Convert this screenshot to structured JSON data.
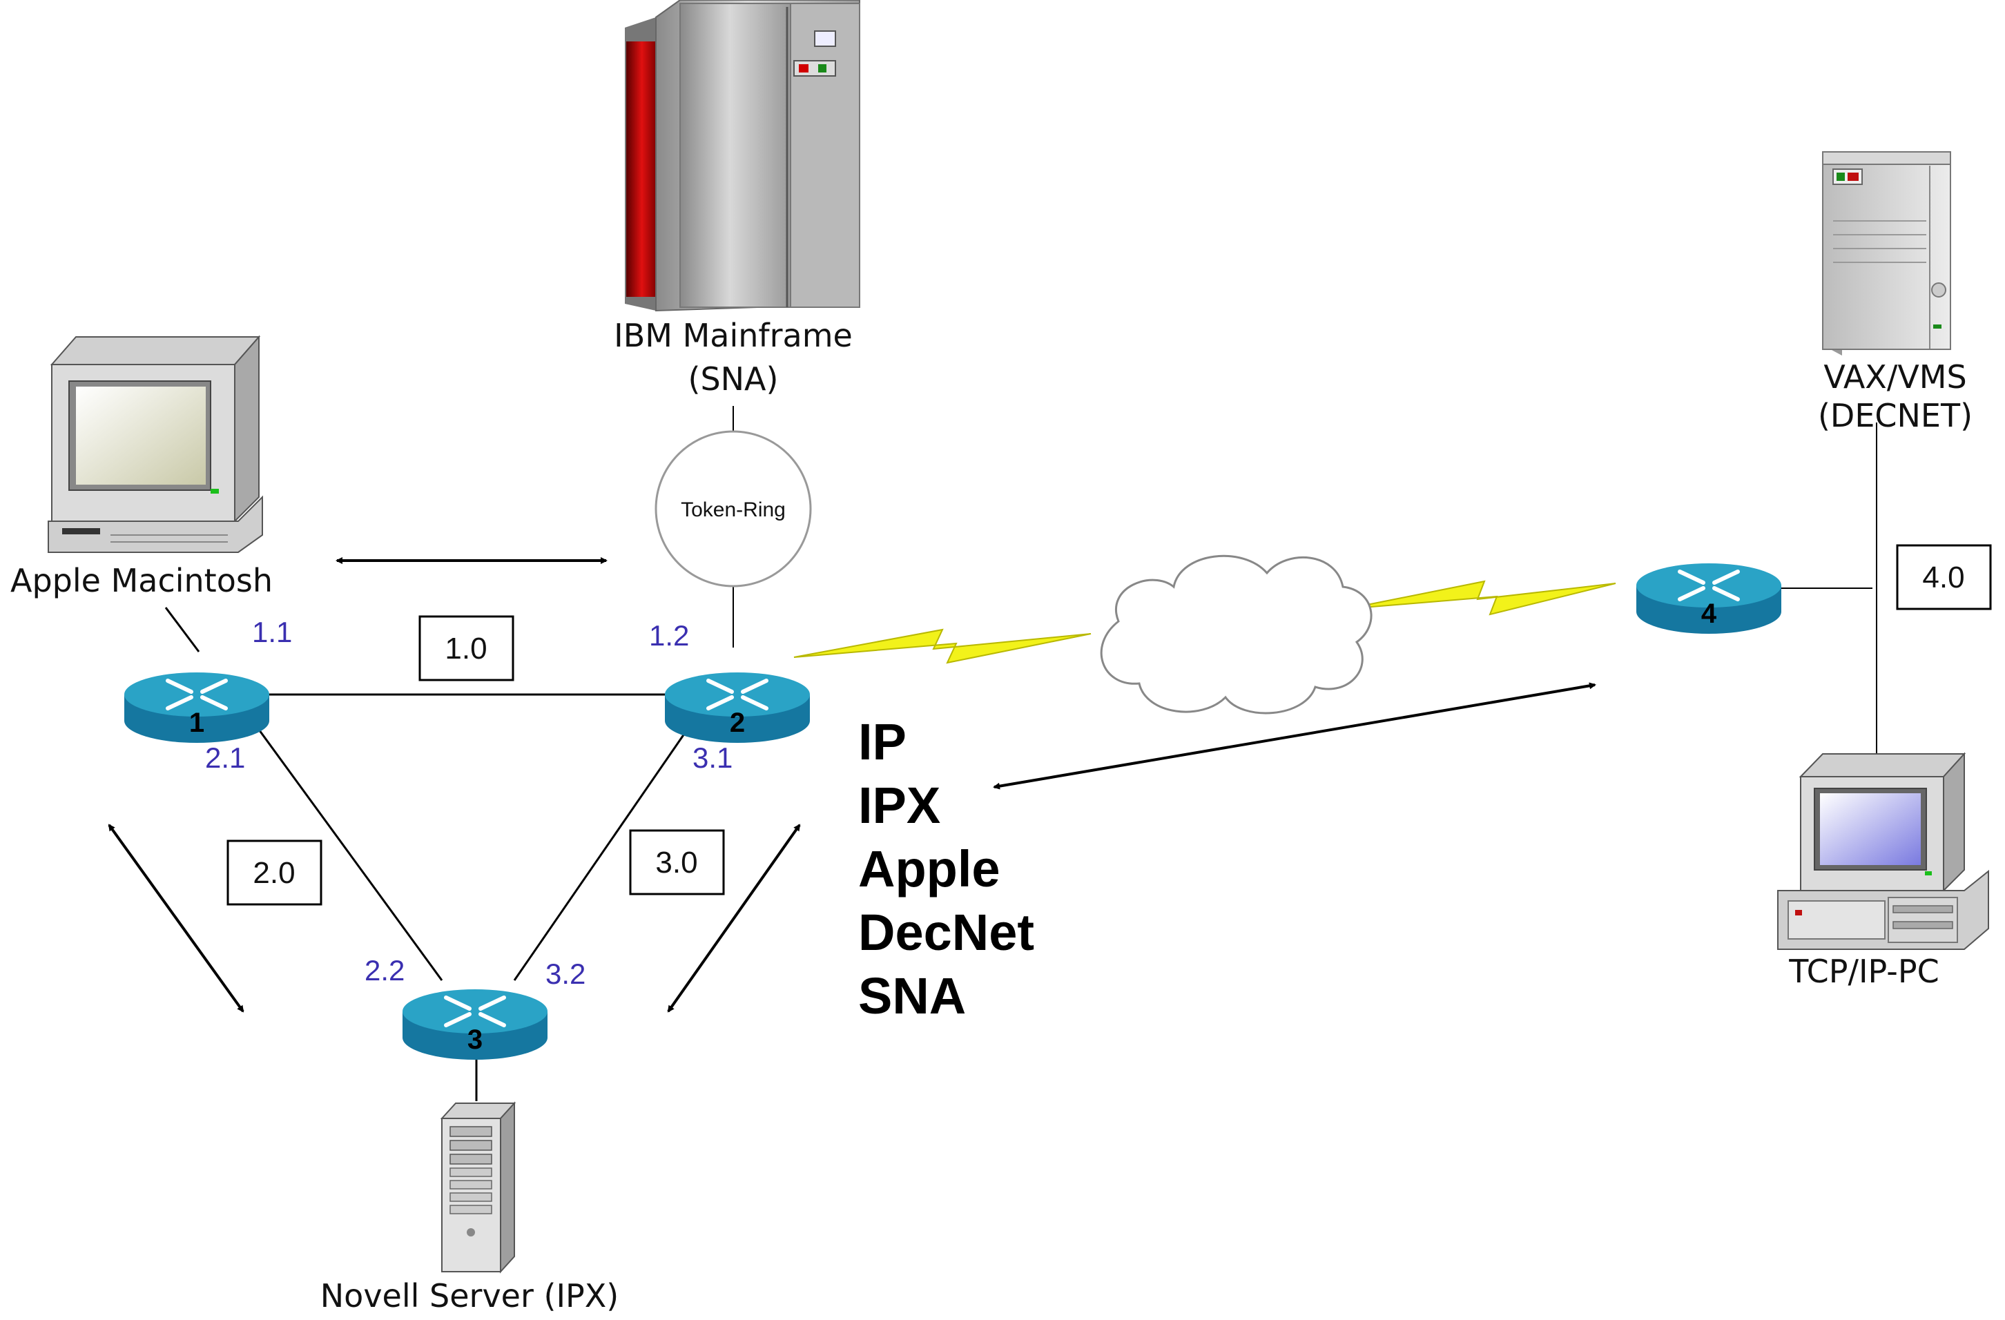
{
  "devices": {
    "mainframe": {
      "line1": "IBM Mainframe",
      "line2": "(SNA)"
    },
    "vax": {
      "line1": "VAX/VMS",
      "line2": "(DECNET)"
    },
    "mac": {
      "label": "Apple Macintosh"
    },
    "novell": {
      "label": "Novell Server (IPX)"
    },
    "pc": {
      "label": "TCP/IP-PC"
    }
  },
  "token_ring": "Token-Ring",
  "routers": [
    "1",
    "2",
    "3",
    "4"
  ],
  "interfaces": {
    "r1_a": "1.1",
    "r1_b": "2.1",
    "r2_a": "1.2",
    "r2_b": "3.1",
    "r3_a": "2.2",
    "r3_b": "3.2"
  },
  "networks": {
    "n1": "1.0",
    "n2": "2.0",
    "n3": "3.0",
    "n4": "4.0"
  },
  "protocols": [
    "IP",
    "IPX",
    "Apple",
    "DecNet",
    "SNA"
  ],
  "colors": {
    "router_top": "#2aa3c6",
    "router_side": "#1577a0",
    "lightning": "#f2f21a",
    "address_text": "#3a2fb0"
  }
}
